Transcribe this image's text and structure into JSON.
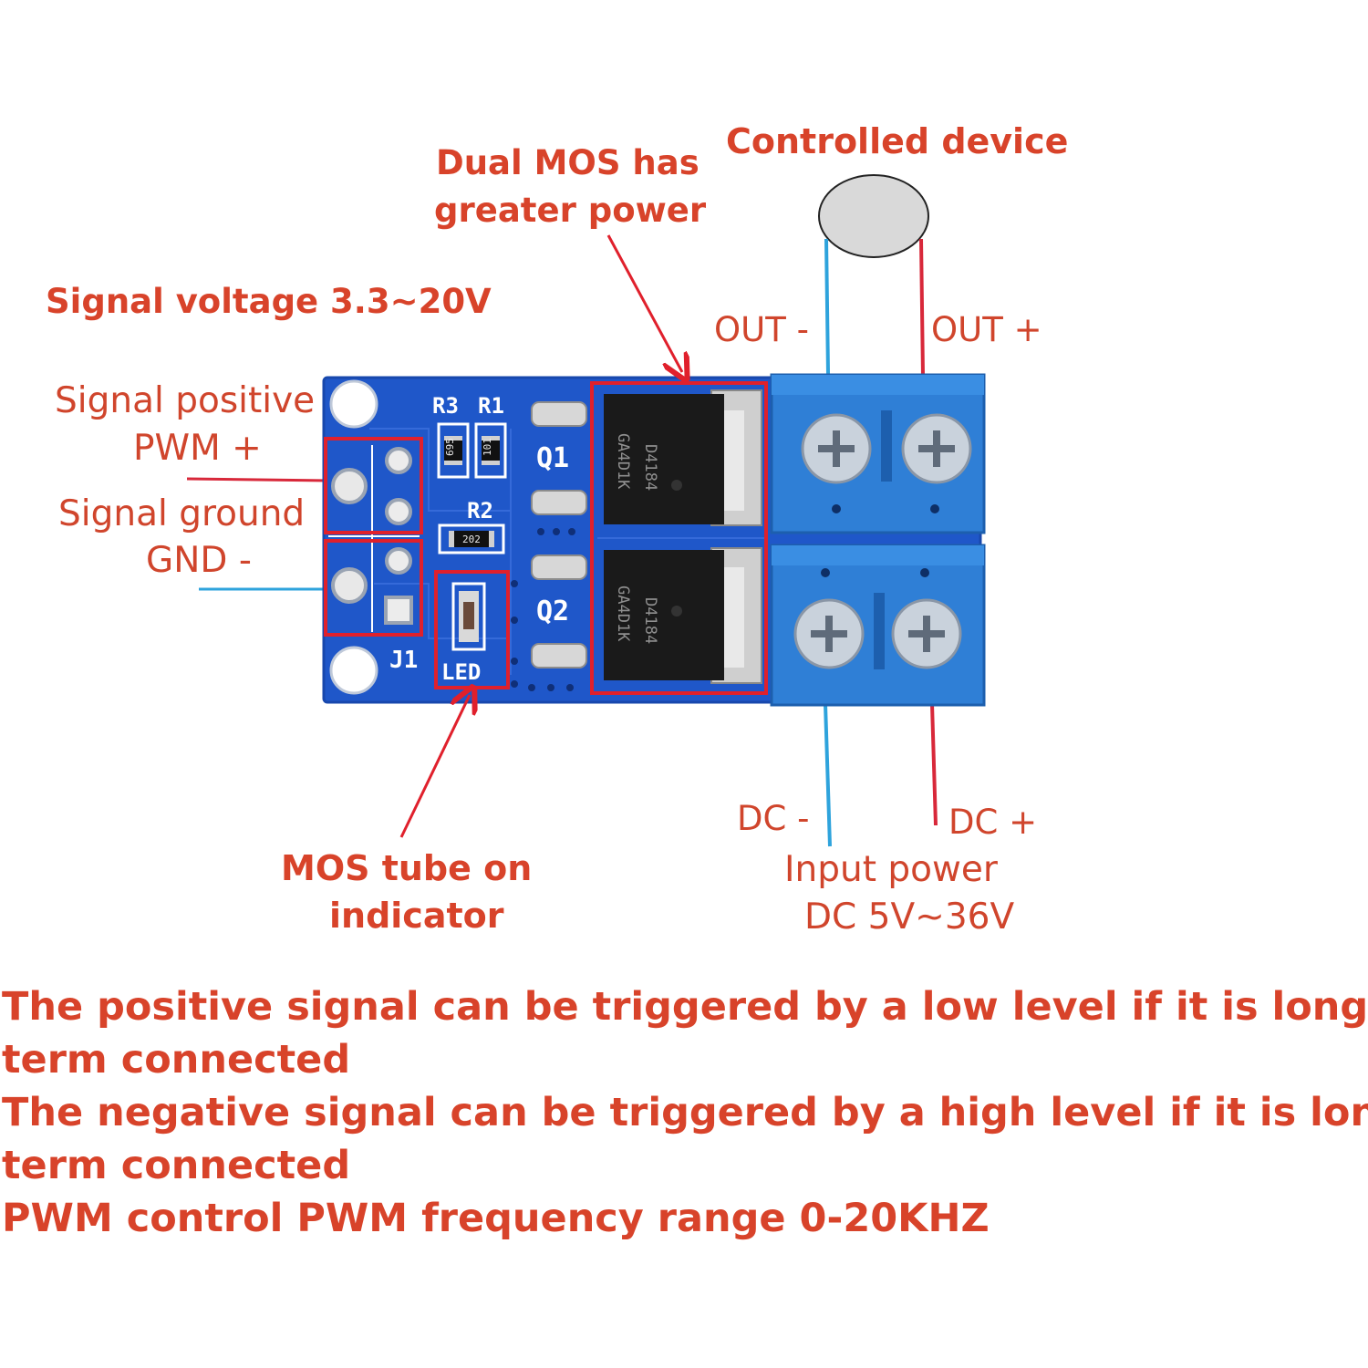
{
  "labels": {
    "controlled_device": "Controlled device",
    "dual_mos_line1": "Dual MOS has",
    "dual_mos_line2": "greater power",
    "signal_voltage": "Signal voltage 3.3~20V",
    "out_minus": "OUT -",
    "out_plus": "OUT +",
    "signal_positive_line1": "Signal positive",
    "signal_positive_line2": "PWM +",
    "signal_ground_line1": "Signal ground",
    "signal_ground_line2": "GND -",
    "mos_indicator_line1": "MOS tube on",
    "mos_indicator_line2": "indicator",
    "dc_minus": "DC -",
    "dc_plus": "DC +",
    "input_power_line1": "Input power",
    "input_power_line2": "DC 5V~36V"
  },
  "board": {
    "silkscreen": {
      "r3": "R3",
      "r1": "R1",
      "r2": "R2",
      "q1": "Q1",
      "q2": "Q2",
      "j1": "J1",
      "led": "LED"
    },
    "resistor_codes": {
      "r3": "695",
      "r1": "101",
      "r2": "202"
    },
    "mosfet_markings": {
      "q1_line1": "D4184",
      "q1_line2": "GA4D1K",
      "q2_line1": "D4184",
      "q2_line2": "GA4D1K"
    }
  },
  "notes": [
    "The positive signal can be triggered by a low level if it is long-",
    "term connected",
    "The negative signal can be triggered by a high level if it is long-",
    "term connected",
    "PWM control PWM frequency range 0-20KHZ"
  ],
  "colors": {
    "accent_red": "#d8432a",
    "highlight_box": "#e0202c",
    "wire_blue": "#2ea3dc",
    "wire_red": "#d8283a",
    "pcb_blue": "#1f57c9",
    "terminal_blue": "#2f7fd6"
  }
}
